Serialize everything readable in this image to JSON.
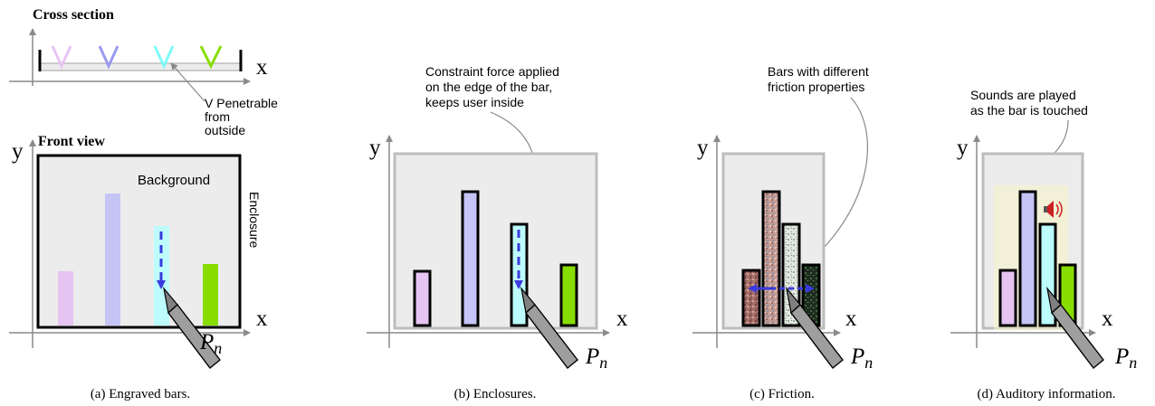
{
  "panel_a": {
    "cross_section_title": "Cross section",
    "x_axis": "x",
    "y_axis": "y",
    "v_note_lines": [
      "V Penetrable",
      "from",
      "outside"
    ],
    "front_view_title": "Front view",
    "background_label": "Background",
    "enclosure_label": "Enclosure",
    "pen_label": "P",
    "pen_subscript": "n",
    "caption": "(a) Engraved bars."
  },
  "panel_b": {
    "note_lines": [
      "Constraint force applied",
      "on the edge of the bar,",
      "keeps user inside"
    ],
    "x_axis": "x",
    "y_axis": "y",
    "pen_label": "P",
    "pen_subscript": "n",
    "caption": "(b) Enclosures."
  },
  "panel_c": {
    "note_lines": [
      "Bars with different",
      "friction properties"
    ],
    "x_axis": "x",
    "y_axis": "y",
    "pen_label": "P",
    "pen_subscript": "n",
    "caption": "(c) Friction."
  },
  "panel_d": {
    "note_lines": [
      "Sounds are played",
      "as the bar is touched"
    ],
    "x_axis": "x",
    "y_axis": "y",
    "pen_label": "P",
    "pen_subscript": "n",
    "caption": "(d) Auditory information."
  },
  "colors": {
    "bar_violet": "#e6c4f2",
    "bar_blue": "#c4c4f5",
    "bar_cyan": "#bdfcfc",
    "bar_green": "#88dd00",
    "arrow_blue": "#3a3ae0",
    "background_fill": "#ececec",
    "frame_gray": "#bdbdbd"
  }
}
